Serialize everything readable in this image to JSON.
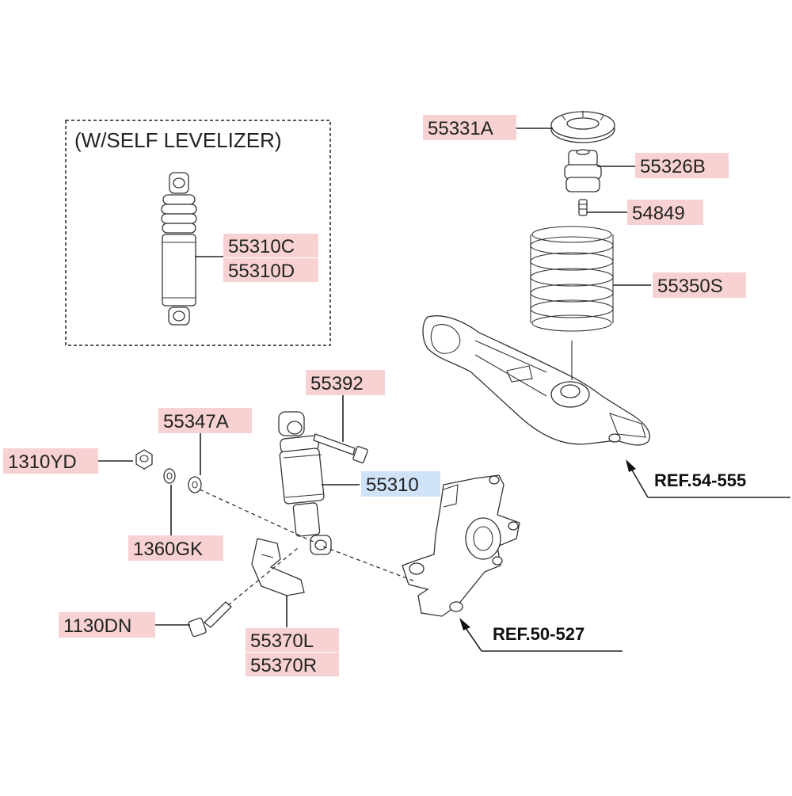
{
  "diagram": {
    "box_title": "(W/SELF LEVELIZER)",
    "colors": {
      "label_highlight": "#f8d2d2",
      "selected_highlight": "#cfe2f8",
      "line": "#222222"
    },
    "labels": {
      "p55331A": "55331A",
      "p55326B": "55326B",
      "p54849": "54849",
      "p55350S": "55350S",
      "p55310C": "55310C",
      "p55310D": "55310D",
      "p55392": "55392",
      "p55347A": "55347A",
      "p1310YD": "1310YD",
      "p55310": "55310",
      "p1360GK": "1360GK",
      "p1130DN": "1130DN",
      "p55370L": "55370L",
      "p55370R": "55370R"
    },
    "refs": {
      "ref_54_555": "REF.54-555",
      "ref_50_527": "REF.50-527"
    },
    "selected_part": "55310"
  }
}
